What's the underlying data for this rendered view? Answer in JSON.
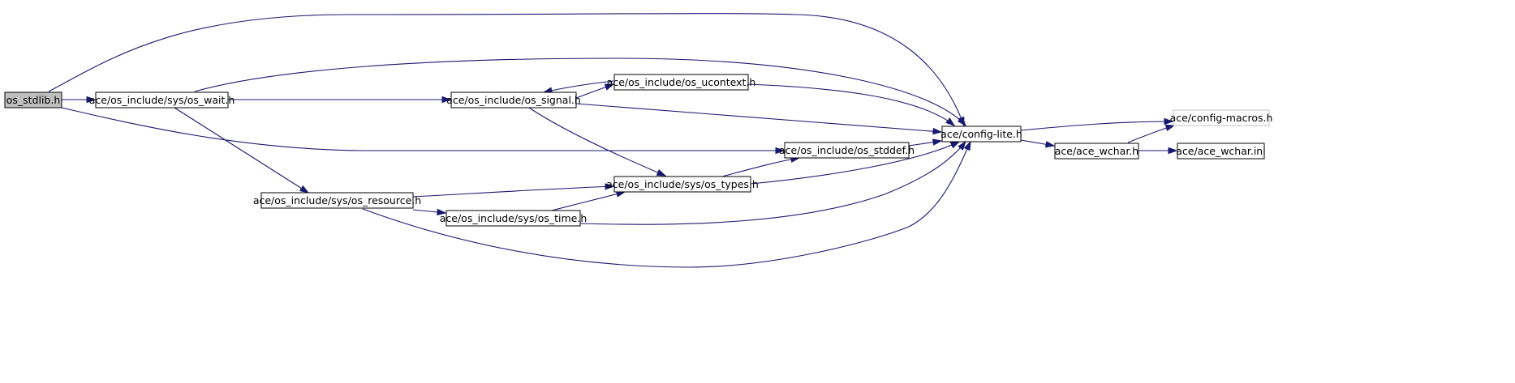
{
  "graph": {
    "colors": {
      "edge": "#191970",
      "root_fill": "#bfbfbf",
      "node_fill": "#ffffff",
      "node_border": "#000000",
      "undocumented_border": "#bfbfbf"
    },
    "nodes": [
      {
        "id": "os_stdlib",
        "label": "os_stdlib.h",
        "style": "root"
      },
      {
        "id": "os_wait",
        "label": "ace/os_include/sys/os_wait.h",
        "style": "normal"
      },
      {
        "id": "os_signal",
        "label": "ace/os_include/os_signal.h",
        "style": "normal"
      },
      {
        "id": "os_ucontext",
        "label": "ace/os_include/os_ucontext.h",
        "style": "normal"
      },
      {
        "id": "config_lite",
        "label": "ace/config-lite.h",
        "style": "normal"
      },
      {
        "id": "config_macros",
        "label": "ace/config-macros.h",
        "style": "undocumented"
      },
      {
        "id": "os_stddef",
        "label": "ace/os_include/os_stddef.h",
        "style": "normal"
      },
      {
        "id": "ace_wchar_h",
        "label": "ace/ace_wchar.h",
        "style": "normal"
      },
      {
        "id": "ace_wchar_inl",
        "label": "ace/ace_wchar.inl",
        "style": "normal"
      },
      {
        "id": "os_types",
        "label": "ace/os_include/sys/os_types.h",
        "style": "normal"
      },
      {
        "id": "os_resource",
        "label": "ace/os_include/sys/os_resource.h",
        "style": "normal"
      },
      {
        "id": "os_time",
        "label": "ace/os_include/sys/os_time.h",
        "style": "normal"
      }
    ],
    "edges": [
      {
        "from": "os_stdlib",
        "to": "os_wait"
      },
      {
        "from": "os_stdlib",
        "to": "config_lite"
      },
      {
        "from": "os_stdlib",
        "to": "os_stddef"
      },
      {
        "from": "os_wait",
        "to": "os_signal"
      },
      {
        "from": "os_wait",
        "to": "config_lite"
      },
      {
        "from": "os_wait",
        "to": "os_resource"
      },
      {
        "from": "os_signal",
        "to": "os_ucontext"
      },
      {
        "from": "os_ucontext",
        "to": "os_signal"
      },
      {
        "from": "os_ucontext",
        "to": "config_lite"
      },
      {
        "from": "os_signal",
        "to": "config_lite"
      },
      {
        "from": "os_signal",
        "to": "os_types"
      },
      {
        "from": "config_lite",
        "to": "config_macros"
      },
      {
        "from": "config_lite",
        "to": "ace_wchar_h"
      },
      {
        "from": "ace_wchar_h",
        "to": "config_macros"
      },
      {
        "from": "ace_wchar_h",
        "to": "ace_wchar_inl"
      },
      {
        "from": "os_stddef",
        "to": "config_lite"
      },
      {
        "from": "os_types",
        "to": "os_stddef"
      },
      {
        "from": "os_types",
        "to": "config_lite"
      },
      {
        "from": "os_resource",
        "to": "os_types"
      },
      {
        "from": "os_resource",
        "to": "os_time"
      },
      {
        "from": "os_resource",
        "to": "config_lite"
      },
      {
        "from": "os_time",
        "to": "os_types"
      },
      {
        "from": "os_time",
        "to": "config_lite"
      }
    ]
  }
}
